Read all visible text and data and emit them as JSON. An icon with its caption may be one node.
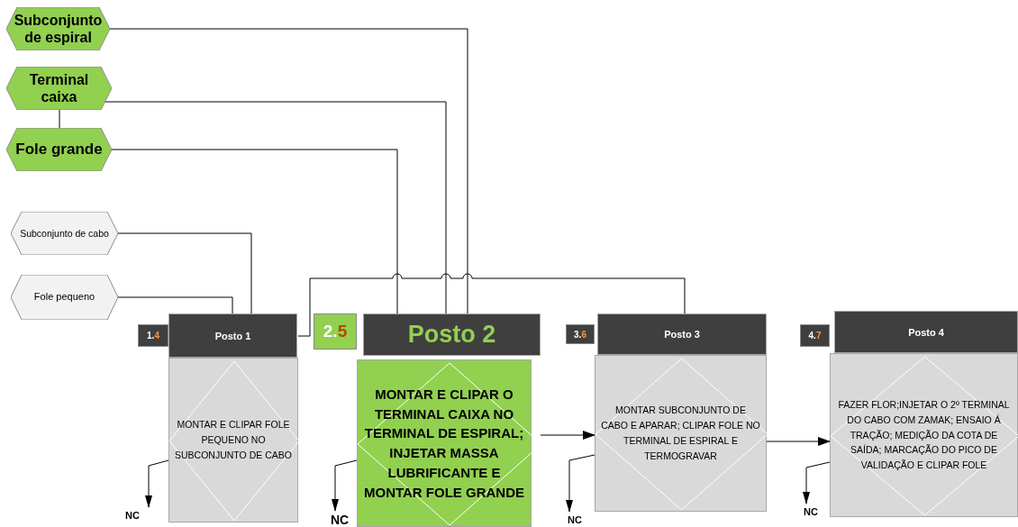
{
  "diagram": {
    "nodes": [
      {
        "text": [
          "Subconjunto de espiral"
        ]
      },
      {
        "text": [
          "Terminal caixa"
        ]
      },
      {
        "text": [
          "Fole grande"
        ]
      },
      {
        "text": [
          "Subconjunto de cabo"
        ]
      },
      {
        "text": [
          "Fole pequeno"
        ]
      },
      {
        "text": [
          "1.4"
        ]
      },
      {
        "text": [
          "Posto 1",
          "MONTAR E CLIPAR FOLE PEQUENO NO SUBCONJUNTO DE CABO"
        ]
      },
      {
        "text": [
          "2.5"
        ]
      },
      {
        "text": [
          "Posto 2",
          "MONTAR E CLIPAR O TERMINAL CAIXA NO TERMINAL DE ESPIRAL; INJETAR MASSA LUBRIFICANTE E MONTAR FOLE GRANDE"
        ]
      },
      {
        "text": [
          "3.6"
        ]
      },
      {
        "text": [
          "Posto 3",
          "MONTAR SUBCONJUNTO DE CABO E APARAR; CLIPAR FOLE NO TERMINAL DE ESPIRAL E TERMOGRAVAR"
        ]
      },
      {
        "text": [
          "4.7"
        ]
      },
      {
        "text": [
          "Posto 4",
          "FAZER FLOR;INJETAR O 2º TERMINAL DO CABO COM ZAMAK; ENSAIO Á TRAÇÃO; MEDIÇÃO DA COTA DE SAÍDA; MARCAÇÃO DO PICO DE VALIDAÇÃO E CLIPAR FOLE"
        ]
      },
      {
        "text": [
          "NC"
        ]
      },
      {
        "text": [
          "NC"
        ]
      },
      {
        "text": [
          "NC"
        ]
      },
      {
        "text": [
          "NC"
        ]
      }
    ],
    "edges": [
      {
        "from": 0,
        "to": 8,
        "arrow": "none"
      },
      {
        "from": 1,
        "to": 8,
        "arrow": "none"
      },
      {
        "from": 1,
        "to": 2,
        "arrow": "none"
      },
      {
        "from": 2,
        "to": 8,
        "arrow": "none"
      },
      {
        "from": 3,
        "to": 6,
        "arrow": "none"
      },
      {
        "from": 4,
        "to": 6,
        "arrow": "none"
      },
      {
        "from": 6,
        "to": 10,
        "arrow": "none"
      },
      {
        "from": 8,
        "to": 10,
        "arrow": "to"
      },
      {
        "from": 10,
        "to": 12,
        "arrow": "to"
      },
      {
        "from": 6,
        "to": 13,
        "arrow": "to"
      },
      {
        "from": 8,
        "to": 14,
        "arrow": "to"
      },
      {
        "from": 10,
        "to": 15,
        "arrow": "to"
      },
      {
        "from": 12,
        "to": 16,
        "arrow": "to"
      }
    ]
  }
}
